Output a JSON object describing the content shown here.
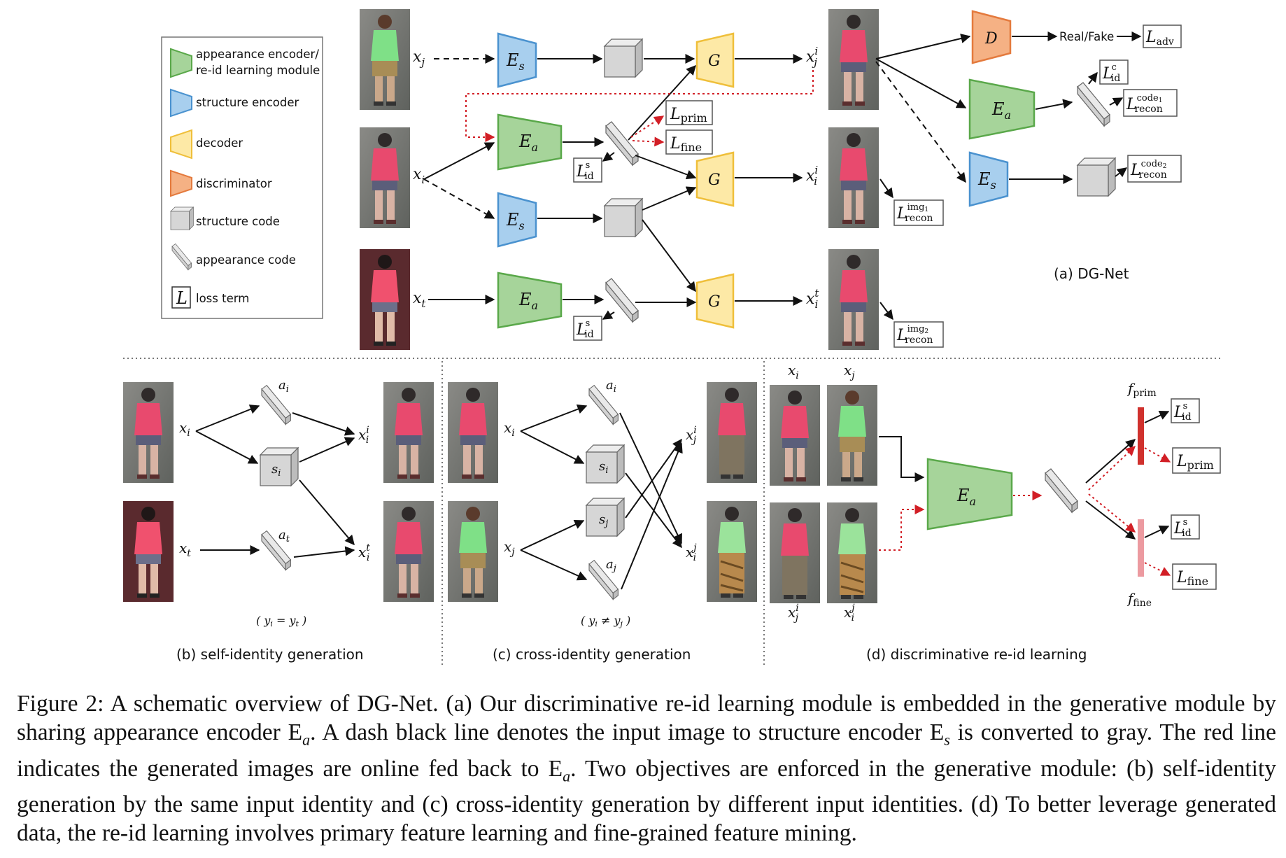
{
  "figure": {
    "legend": {
      "appearance_encoder": [
        "appearance encoder/",
        "re-id learning module"
      ],
      "structure_encoder": "structure encoder",
      "decoder": "decoder",
      "discriminator": "discriminator",
      "structure_code": "structure code",
      "appearance_code": "appearance code",
      "loss_term": "loss term",
      "loss_symbol": "L"
    },
    "colors": {
      "appearance_encoder": "#a6d49a",
      "structure_encoder": "#a8cfee",
      "decoder": "#fde9a6",
      "discriminator": "#f5b184",
      "code": "#d9d9d9",
      "feedback": "#d21f26",
      "f_prim": "#d0312d",
      "f_fine": "#ec9aa0"
    },
    "blocks": {
      "Ea": "E",
      "Ea_sub": "a",
      "Es": "E",
      "Es_sub": "s",
      "G": "G",
      "D": "D"
    },
    "main": {
      "panel_label": "(a) DG-Net",
      "real_fake": "Real/Fake",
      "xj": "x",
      "xj_sub": "j",
      "xi": "x",
      "xi_sub": "i",
      "xt": "x",
      "xt_sub": "t",
      "out_xji": "x",
      "out_xji_sup": "i",
      "out_xji_sub": "j",
      "out_xii": "x",
      "out_xii_sup": "i",
      "out_xii_sub": "i",
      "out_xit": "x",
      "out_xit_sup": "t",
      "out_xit_sub": "i",
      "losses": {
        "L": "L",
        "prim": "prim",
        "fine": "fine",
        "id_s": "s",
        "id_c": "c",
        "id": "id",
        "adv": "adv",
        "recon": "recon",
        "img1": "img",
        "img1_n": "1",
        "img2": "img",
        "img2_n": "2",
        "code1": "code",
        "code1_n": "1",
        "code2": "code",
        "code2_n": "2"
      }
    },
    "panel_b": {
      "label": "(b)  self-identity generation",
      "condition": "( y",
      "cond_a": "i",
      "cond_eq": " = y",
      "cond_b": "t",
      "cond_end": " )",
      "ai": "a",
      "ai_sub": "i",
      "si": "s",
      "si_sub": "i",
      "at": "a",
      "at_sub": "t",
      "xi": "x",
      "xi_sub": "i",
      "xt": "x",
      "xt_sub": "t",
      "out1": "x",
      "out1_sup": "i",
      "out1_sub": "i",
      "out2": "x",
      "out2_sup": "t",
      "out2_sub": "i"
    },
    "panel_c": {
      "label": "(c)  cross-identity generation",
      "condition": "( y",
      "cond_a": "i",
      "cond_neq": " ≠ y",
      "cond_b": "j",
      "cond_end": " )",
      "ai": "a",
      "ai_sub": "i",
      "si": "s",
      "si_sub": "i",
      "sj": "s",
      "sj_sub": "j",
      "aj": "a",
      "aj_sub": "j",
      "xi": "x",
      "xi_sub": "i",
      "xj": "x",
      "xj_sub": "j",
      "out1": "x",
      "out1_sup": "i",
      "out1_sub": "j",
      "out2": "x",
      "out2_sup": "j",
      "out2_sub": "i"
    },
    "panel_d": {
      "label": "(d)  discriminative re-id learning",
      "top_xi": "x",
      "top_xi_sub": "i",
      "top_xj": "x",
      "top_xj_sub": "j",
      "bot_xji": "x",
      "bot_xji_sup": "i",
      "bot_xji_sub": "j",
      "bot_xij": "x",
      "bot_xij_sup": "j",
      "bot_xij_sub": "i",
      "f": "f",
      "prim": "prim",
      "fine": "fine"
    }
  },
  "caption": [
    "Figure 2:  A schematic overview of DG-Net.  (a) Our discriminative re-id learning module is embedded in the generative module by sharing appearance encoder E",
    "a",
    ".  A dash black line denotes the input image to structure encoder E",
    "s",
    " is converted to gray. The red line indicates the generated images are online fed back to E",
    "a",
    ". Two objectives are enforced in the generative module: (b) self-identity generation by the same input identity and (c) cross-identity generation by different input identities. (d) To better leverage generated data, the re-id learning involves primary feature learning and fine-grained feature mining."
  ]
}
